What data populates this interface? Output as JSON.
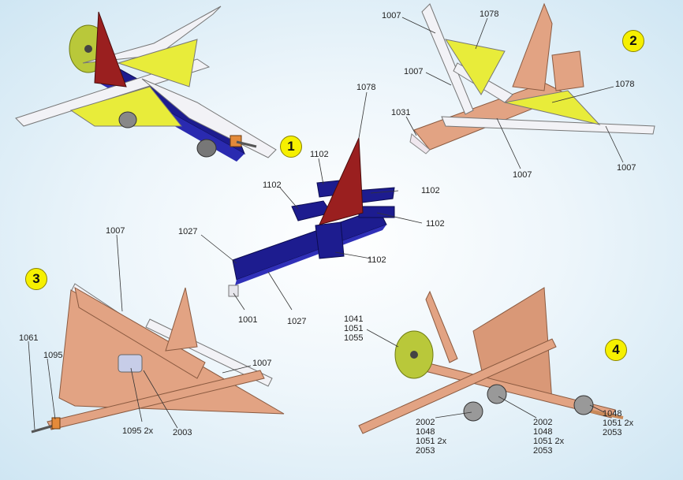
{
  "steps": [
    "1",
    "2",
    "3",
    "4"
  ],
  "colors": {
    "blue": "#1d1c8f",
    "red": "#9a1f1f",
    "yellow": "#e8ec3a",
    "white": "#f2f2f6",
    "copper": "#e2a383",
    "lime": "#b9c83a",
    "badge": "#f6f000"
  },
  "step1": {
    "labels": [
      "1078",
      "1102",
      "1102",
      "1102",
      "1102",
      "1102",
      "1027",
      "1001",
      "1027"
    ]
  },
  "step2": {
    "labels": [
      "1007",
      "1078",
      "1007",
      "1078",
      "1031",
      "1007",
      "1007"
    ]
  },
  "step3": {
    "labels": [
      "1007",
      "1061",
      "1095",
      "1007",
      "1095 2x",
      "2003"
    ]
  },
  "step4": {
    "left_stack": [
      "1041",
      "1051",
      "1055"
    ],
    "bottom_left_stack": [
      "2002",
      "1048",
      "1051 2x",
      "2053"
    ],
    "bottom_mid_stack": [
      "2002",
      "1048",
      "1051 2x",
      "2053"
    ],
    "right_stack": [
      "1048",
      "1051 2x",
      "2053"
    ]
  }
}
